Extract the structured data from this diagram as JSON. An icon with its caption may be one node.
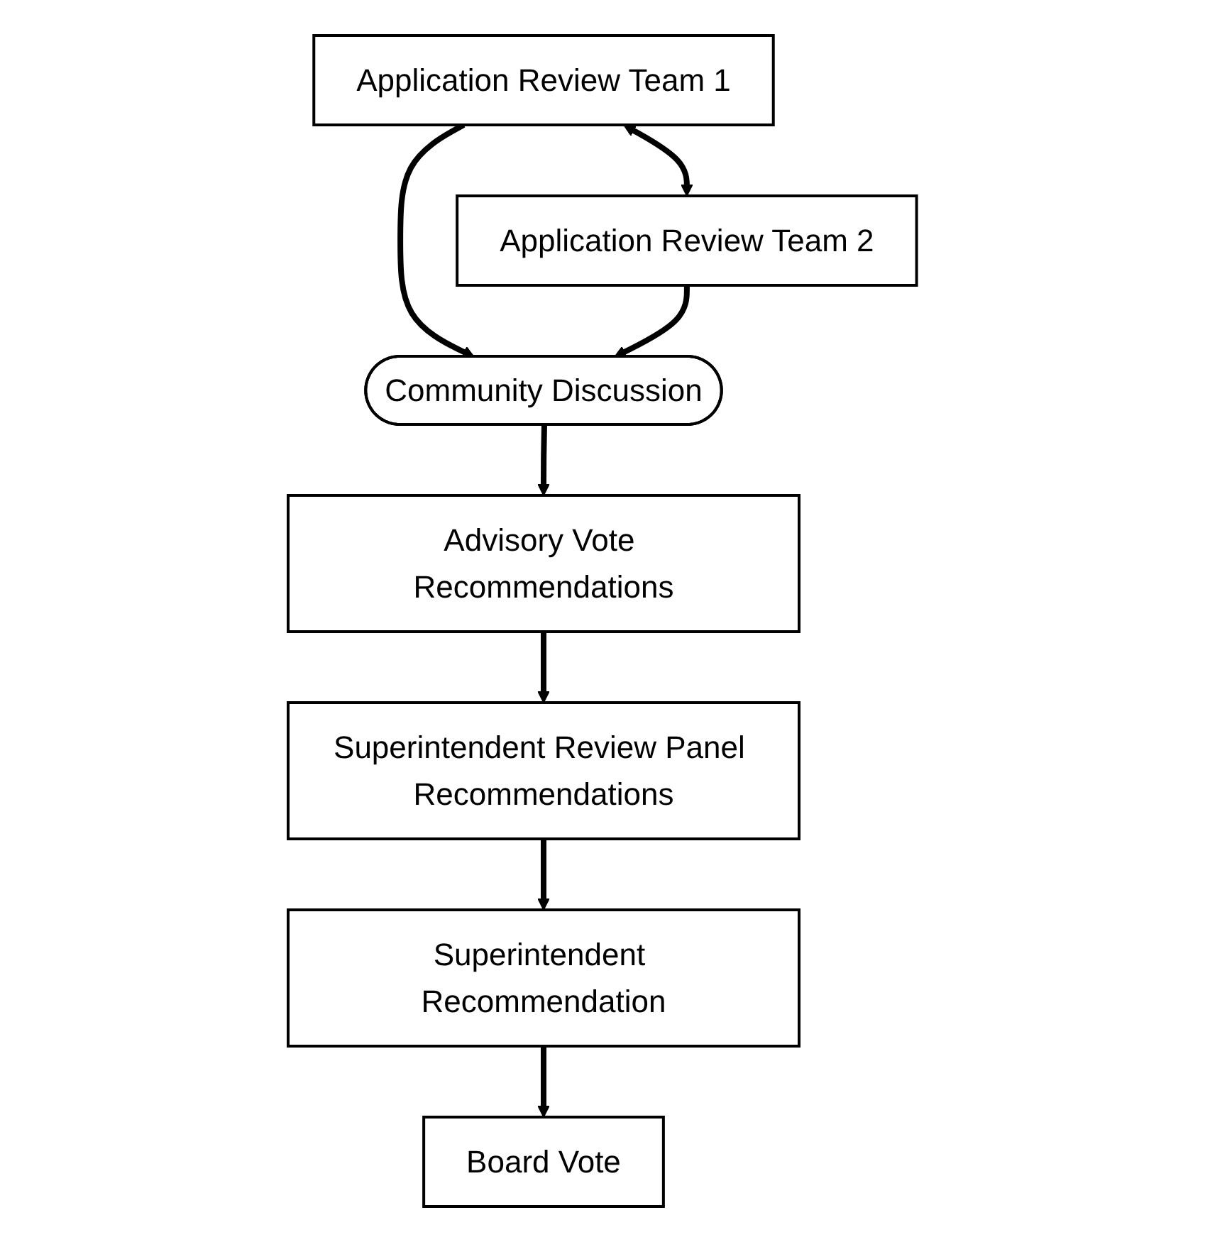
{
  "diagram": {
    "nodes": [
      {
        "text": [
          "Application Review Team 1"
        ]
      },
      {
        "text": [
          "Application Review Team 2"
        ]
      },
      {
        "text": [
          "Community Discussion"
        ]
      },
      {
        "text": [
          "Advisory Vote Recommendations"
        ]
      },
      {
        "text": [
          "Superintendent Review Panel Recommendations"
        ]
      },
      {
        "text": [
          "Superintendent Recommendation"
        ]
      },
      {
        "text": [
          "Board Vote"
        ]
      }
    ],
    "edges": [
      {
        "from": 0,
        "to": 1,
        "arrow": "both"
      },
      {
        "from": 0,
        "to": 2,
        "arrow": "to"
      },
      {
        "from": 1,
        "to": 2,
        "arrow": "to"
      },
      {
        "from": 2,
        "to": 3,
        "arrow": "to"
      },
      {
        "from": 3,
        "to": 4,
        "arrow": "to"
      },
      {
        "from": 4,
        "to": 5,
        "arrow": "to"
      },
      {
        "from": 5,
        "to": 6,
        "arrow": "to"
      }
    ]
  }
}
